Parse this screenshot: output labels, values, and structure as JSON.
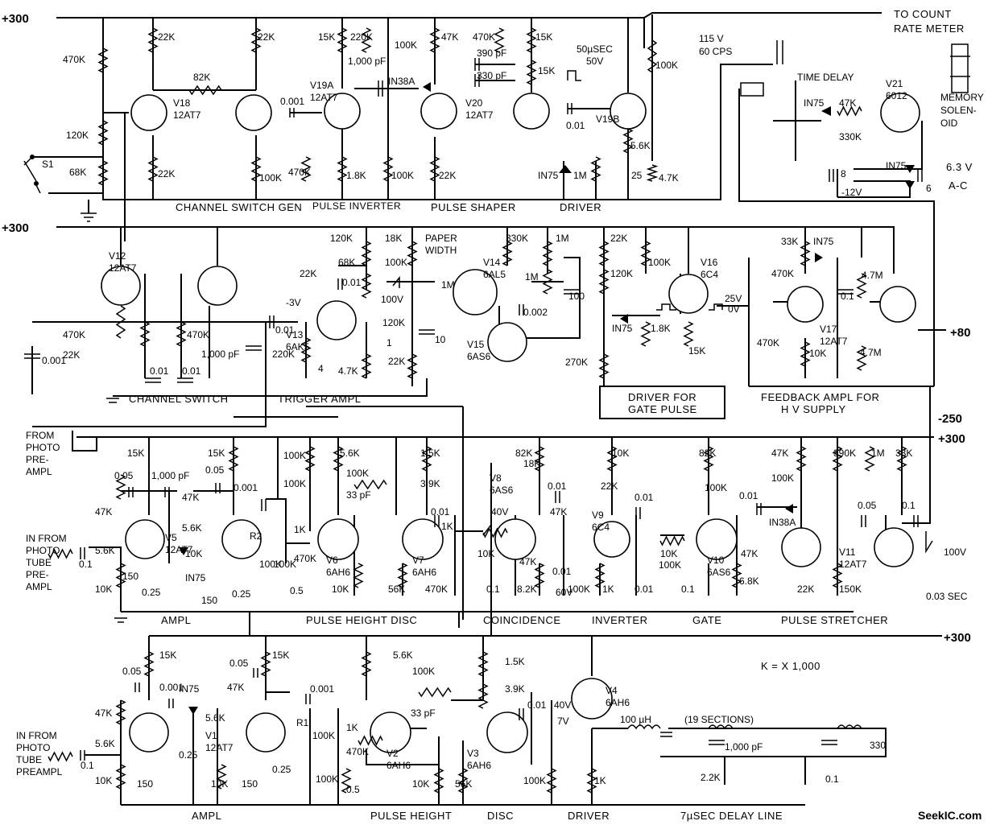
{
  "rails": {
    "p300_top": "+300",
    "p300_row2": "+300",
    "p300_row3": "+300",
    "p300_row4": "+300",
    "p80": "+80",
    "m250": "-250"
  },
  "headers": {
    "count_rate_1": "TO COUNT",
    "count_rate_2": "RATE METER",
    "mains_1": "115 V",
    "mains_2": "60 CPS",
    "time_delay": "TIME DELAY",
    "memory_1": "MEMORY",
    "memory_2": "SOLEN-",
    "memory_3": "OID",
    "heater_1": "6.3 V",
    "heater_2": "A-C",
    "k_note": "K = X 1,000",
    "from_photo_preampl": [
      "FROM",
      "PHOTO",
      "PRE-",
      "AMPL"
    ],
    "in_photo_preampl_a": [
      "IN FROM",
      "PHOTO",
      "TUBE",
      "PRE-",
      "AMPL"
    ],
    "in_photo_preampl_b": [
      "IN FROM",
      "PHOTO",
      "TUBE",
      "PREAMPL"
    ],
    "watermark": "SeekIC.com"
  },
  "sections": {
    "channel_switch_gen": "CHANNEL SWITCH GEN",
    "pulse_inverter": "PULSE INVERTER",
    "pulse_shaper": "PULSE SHAPER",
    "driver_top": "DRIVER",
    "channel_switch": "CHANNEL SWITCH",
    "trigger_ampl": "TRIGGER AMPL",
    "driver_gate_1": "DRIVER FOR",
    "driver_gate_2": "GATE PULSE",
    "feedback_1": "FEEDBACK AMPL FOR",
    "feedback_2": "H V SUPPLY",
    "ampl_row3": "AMPL",
    "pulse_height_disc_row3": "PULSE HEIGHT DISC",
    "coincidence": "COINCIDENCE",
    "inverter": "INVERTER",
    "gate": "GATE",
    "pulse_stretcher": "PULSE STRETCHER",
    "ampl_row4": "AMPL",
    "pulse_height_row4": "PULSE HEIGHT",
    "disc_row4": "DISC",
    "driver_row4": "DRIVER",
    "delay_line": "7µSEC  DELAY LINE"
  },
  "tubes": [
    {
      "id": "v18",
      "name": "V18",
      "type": "12AT7"
    },
    {
      "id": "v19a",
      "name": "V19A",
      "type": "12AT7"
    },
    {
      "id": "v20",
      "name": "V20",
      "type": "12AT7"
    },
    {
      "id": "v19b",
      "name": "V19B",
      "type": ""
    },
    {
      "id": "v21",
      "name": "V21",
      "type": "6012"
    },
    {
      "id": "v12",
      "name": "V12",
      "type": "12AT7"
    },
    {
      "id": "v13",
      "name": "V13",
      "type": "6AK5"
    },
    {
      "id": "v14",
      "name": "V14",
      "type": "6AL5"
    },
    {
      "id": "v15",
      "name": "V15",
      "type": "6AS6"
    },
    {
      "id": "v16",
      "name": "V16",
      "type": "6C4"
    },
    {
      "id": "v17",
      "name": "V17",
      "type": "12AT7"
    },
    {
      "id": "v5",
      "name": "V5",
      "type": "12AT7"
    },
    {
      "id": "v6",
      "name": "V6",
      "type": "6AH6"
    },
    {
      "id": "v7",
      "name": "V7",
      "type": "6AH6"
    },
    {
      "id": "v8",
      "name": "V8",
      "type": "6AS6"
    },
    {
      "id": "v9",
      "name": "V9",
      "type": "6C4"
    },
    {
      "id": "v10",
      "name": "V10",
      "type": "6AS6"
    },
    {
      "id": "v11",
      "name": "V11",
      "type": "12AT7"
    },
    {
      "id": "v1",
      "name": "V1",
      "type": "12AT7"
    },
    {
      "id": "v2",
      "name": "V2",
      "type": "6AH6"
    },
    {
      "id": "v3",
      "name": "V3",
      "type": "6AH6"
    },
    {
      "id": "v4",
      "name": "V4",
      "type": "6AH6"
    }
  ],
  "components": {
    "row1": [
      "470K",
      "22K",
      "82K",
      "22K",
      "120K",
      "68K",
      "S1",
      "22K",
      "100K",
      "0.001",
      "15K",
      "220K",
      "1,000 pF",
      "470K",
      "1.8K",
      "100K",
      "IN38A",
      "47K",
      "470K",
      "390 pF",
      "330 pF",
      "100K",
      "22K",
      "15K",
      "15K",
      "50µSEC",
      "50V",
      "0.01",
      "5.6K",
      "IN75",
      "1M",
      "25",
      "100K",
      "4.7K",
      "IN75",
      "47K",
      "330K",
      "8",
      "-12V",
      "IN75",
      "6"
    ],
    "row2": [
      "470K",
      "22K",
      "0.01",
      "0.01",
      "470K",
      "0.001",
      "1,000 pF",
      "-3V",
      "0.01",
      "220K",
      "22K",
      "68K",
      "0.01",
      "120K",
      "120K",
      "1",
      "4",
      "4.7K",
      "18K",
      "100K",
      "PAPER",
      "WIDTH",
      "100V",
      "1M",
      "22K",
      "10",
      "330K",
      "1M",
      "1M",
      "0.002",
      "100",
      "22K",
      "120K",
      "IN75",
      "270K",
      "100K",
      "1.8K",
      "15K",
      "25V",
      "0V",
      "33K",
      "IN75",
      "470K",
      "0.1",
      "4.7M",
      "470K",
      "10K",
      "4.7M"
    ],
    "row3": [
      "15K",
      "0.05",
      "1,000 pF",
      "47K",
      "5.6K",
      "0.1",
      "10K",
      "150",
      "0.25",
      "15K",
      "0.05",
      "47K",
      "5.6K",
      "10K",
      "IN75",
      "150",
      "0.25",
      "0.001",
      "100K",
      "100K",
      "R2",
      "100K",
      "100K",
      "0.5",
      "1K",
      "470K",
      "5.6K",
      "100K",
      "33 pF",
      "10K",
      "56K",
      "1.5K",
      "3.9K",
      "0.01",
      "470K",
      "1K",
      "82K",
      "18K",
      "0.01",
      "40V",
      "10K",
      "47K",
      "8.2K",
      "0.1",
      "0.01",
      "60V",
      "47K",
      "100K",
      "22K",
      "0.01",
      "1K",
      "0.01",
      "10K",
      "10K",
      "100K",
      "82K",
      "100K",
      "0.01",
      "0.1",
      "47K",
      "6.8K",
      "47K",
      "100K",
      "IN38A",
      "390K",
      "1M",
      "33K",
      "0.05",
      "0.1",
      "22K",
      "150K",
      "100V",
      "0.03 SEC"
    ],
    "row4": [
      "15K",
      "0.05",
      "0.001",
      "47K",
      "5.6K",
      "0.1",
      "10K",
      "150",
      "0.25",
      "IN75",
      "15K",
      "0.05",
      "47K",
      "5.6K",
      "10K",
      "150",
      "0.25",
      "0.001",
      "R1",
      "100K",
      "100K",
      "1K",
      "470K",
      "0.5",
      "5.6K",
      "100K",
      "33 pF",
      "10K",
      "56K",
      "1.5K",
      "3.9K",
      "0.01",
      "40V",
      "7V",
      "100K",
      "1K",
      "100 µH",
      "(19 SECTIONS)",
      "1,000 pF",
      "2.2K",
      "0.1",
      "330"
    ]
  }
}
